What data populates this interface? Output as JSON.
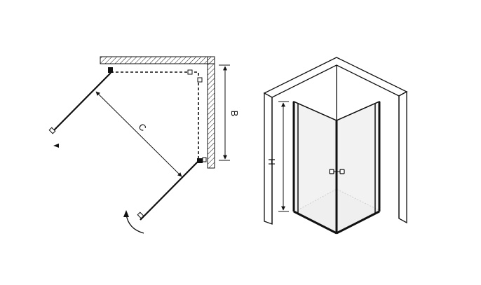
{
  "plan_view": {
    "dimension_c_label": "C",
    "dimension_b_label": "B",
    "door_swing_icon": "curved-arrow-icon",
    "small_arrow_icon": "arrow-left-icon"
  },
  "iso_view": {
    "dimension_h_label": "H"
  },
  "colors": {
    "line": "#111111",
    "wall_fill": "#ffffff",
    "glass_fill": "#ececec",
    "tray_fill": "#f4f4f4"
  }
}
